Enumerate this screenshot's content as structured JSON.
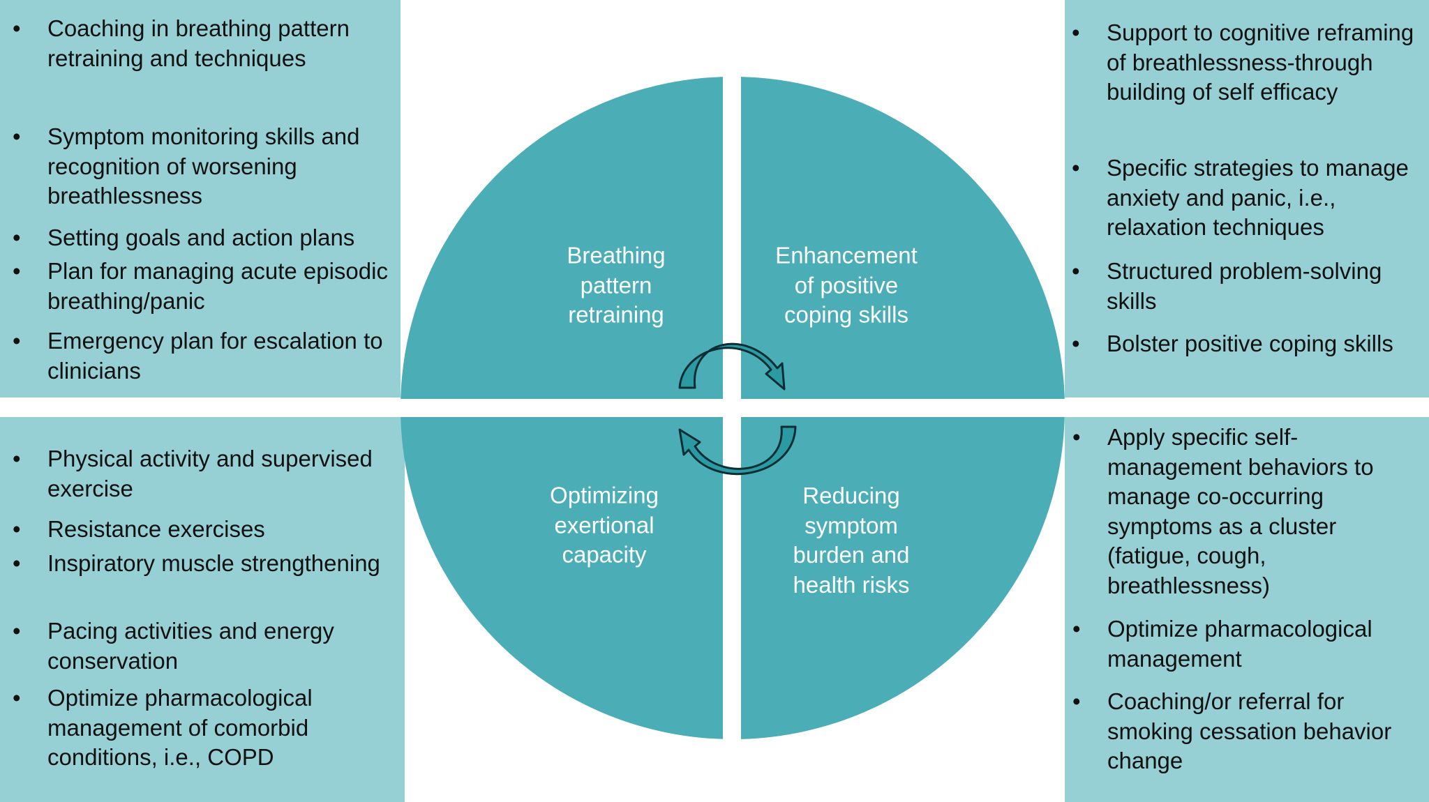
{
  "colors": {
    "panel": "#96d0d5",
    "circle": "#4baeb6",
    "arrow": "#2b9aa3",
    "arrow_outline": "#0a2e33"
  },
  "quadrants": {
    "top_left": "Breathing\npattern\nretraining",
    "top_right": "Enhancement\nof positive\ncoping skills",
    "bottom_left": "Optimizing\nexertional\ncapacity",
    "bottom_right": "Reducing\nsymptom\nburden and\nhealth risks"
  },
  "panels": {
    "top_left": [
      "Coaching in breathing pattern retraining and techniques",
      "Symptom monitoring skills and recognition of worsening breathlessness",
      "Setting goals and action plans",
      "Plan for managing acute episodic breathing/panic",
      "Emergency plan for escalation to clinicians"
    ],
    "top_right": [
      "Support to cognitive reframing of breathlessness-through building of self efficacy",
      "Specific strategies to manage anxiety and panic, i.e., relaxation techniques",
      "Structured problem-solving skills",
      "Bolster positive coping skills"
    ],
    "bottom_left": [
      "Physical activity and supervised exercise",
      "Resistance exercises",
      "Inspiratory muscle strengthening",
      "Pacing activities and energy conservation",
      "Optimize pharmacological management of comorbid conditions, i.e., COPD"
    ],
    "bottom_right": [
      "Apply specific self-management behaviors to manage co-occurring symptoms as a cluster (fatigue, cough, breathlessness)",
      "Optimize pharmacological management",
      "Coaching/or referral for smoking cessation behavior change"
    ]
  }
}
